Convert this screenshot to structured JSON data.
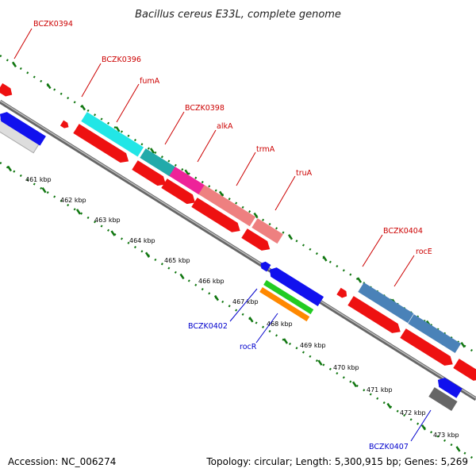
{
  "title": "Bacillus cereus E33L, complete genome",
  "footer": {
    "accession": "Accession: NC_006274",
    "topology": "Topology: circular; Length: 5,300,915 bp; Genes: 5,269"
  },
  "colors": {
    "label_forward": "#cc0000",
    "label_reverse": "#0000cc",
    "tick": "#117711",
    "backbone": "#888888"
  },
  "ticks": [
    "461 kbp",
    "462 kbp",
    "463 kbp",
    "464 kbp",
    "465 kbp",
    "466 kbp",
    "467 kbp",
    "468 kbp",
    "469 kbp",
    "470 kbp",
    "471 kbp",
    "472 kbp",
    "473 kbp"
  ],
  "gene_labels_forward": [
    "BCZK0394",
    "BCZK0396",
    "fumA",
    "BCZK0398",
    "alkA",
    "trmA",
    "truA",
    "BCZK0404",
    "rocE"
  ],
  "gene_labels_reverse": [
    "BCZK0402",
    "rocR",
    "BCZK0407"
  ]
}
